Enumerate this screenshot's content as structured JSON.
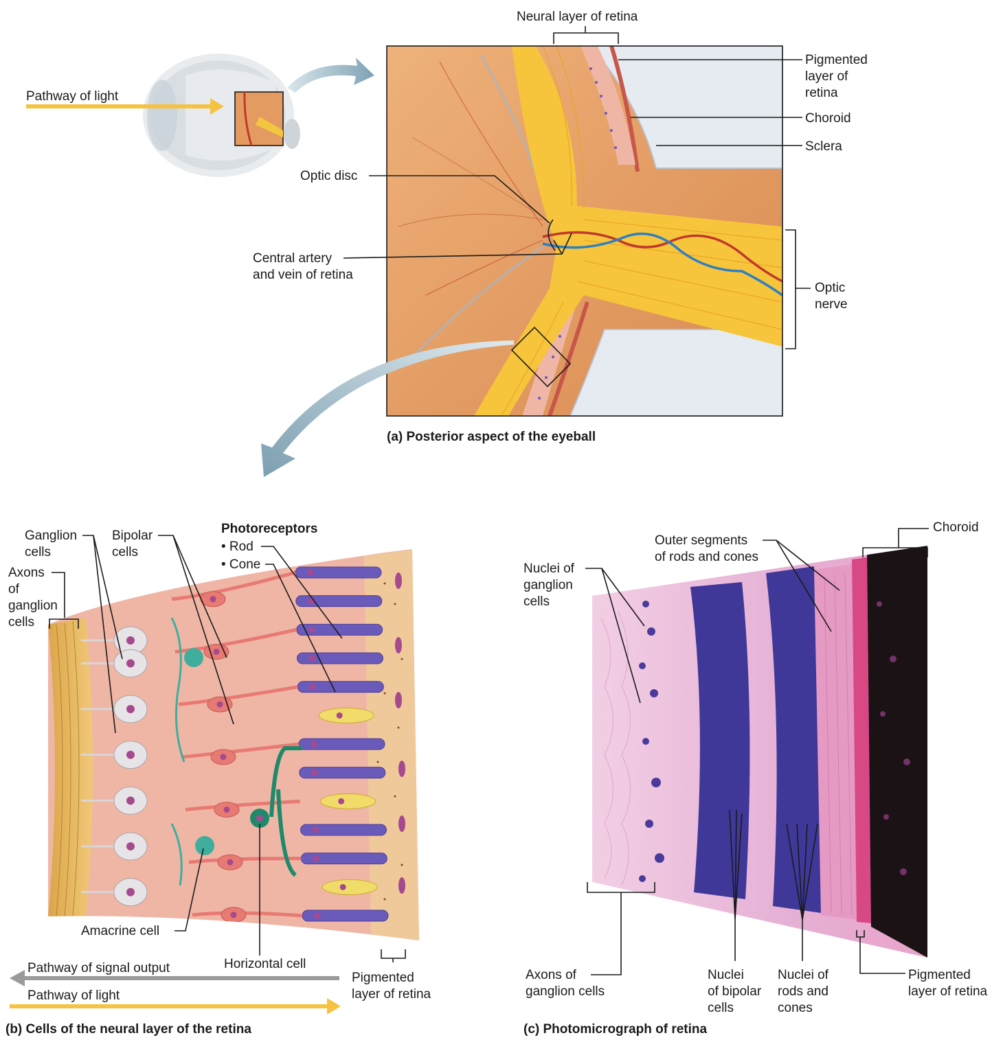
{
  "panel_a": {
    "caption": "(a) Posterior aspect of the eyeball",
    "pathway_of_light": "Pathway of light",
    "neural_layer": "Neural layer of retina",
    "pigmented_layer": [
      "Pigmented",
      "layer of",
      "retina"
    ],
    "choroid": "Choroid",
    "sclera": "Sclera",
    "optic_disc": "Optic disc",
    "central_artery": [
      "Central artery",
      "and vein of retina"
    ],
    "optic_nerve": [
      "Optic",
      "nerve"
    ]
  },
  "panel_b": {
    "caption": "(b) Cells of the neural layer of the retina",
    "ganglion_cells": [
      "Ganglion",
      "cells"
    ],
    "bipolar_cells": [
      "Bipolar",
      "cells"
    ],
    "photoreceptors": "Photoreceptors",
    "rod": "• Rod",
    "cone": "• Cone",
    "axons": [
      "Axons",
      "of",
      "ganglion",
      "cells"
    ],
    "amacrine_cell": "Amacrine cell",
    "horizontal_cell": "Horizontal cell",
    "signal_output": "Pathway of signal output",
    "pathway_of_light": "Pathway of light",
    "pigmented_layer": [
      "Pigmented",
      "layer of retina"
    ]
  },
  "panel_c": {
    "caption": "(c) Photomicrograph of retina",
    "choroid": "Choroid",
    "outer_segments": [
      "Outer segments",
      "of rods and cones"
    ],
    "nuclei_ganglion": [
      "Nuclei of",
      "ganglion",
      "cells"
    ],
    "axons_ganglion": [
      "Axons of",
      "ganglion cells"
    ],
    "nuclei_bipolar": [
      "Nuclei",
      "of bipolar",
      "cells"
    ],
    "nuclei_rods": [
      "Nuclei of",
      "rods and",
      "cones"
    ],
    "pigmented_layer": [
      "Pigmented",
      "layer of retina"
    ]
  },
  "colors": {
    "light_arrow": "#f5c242",
    "signal_arrow": "#9a9a9a",
    "curved_arrow": "#8fb0c0",
    "nerve_yellow": "#f7c53b",
    "fundus_orange": "#e9a66c",
    "sclera": "#e6ebf1",
    "artery": "#c0392b",
    "vein": "#2e7fc1",
    "tissue_pink": "#efb6a6",
    "rod_purple": "#6a5aba",
    "cone_yellow": "#f1dc6a",
    "ganglion_gray": "#e6e4e6",
    "bipolar_red": "#e77a72",
    "amacrine_teal": "#3fae9c",
    "horizontal_green": "#1f8a6a",
    "histo_pink": "#e5b4d6",
    "histo_purple": "#3f3898",
    "pigment_black": "#1a1214"
  },
  "icons": [
    "eye-diagram-icon",
    "curved-arrow-icon",
    "bracket-icon"
  ]
}
